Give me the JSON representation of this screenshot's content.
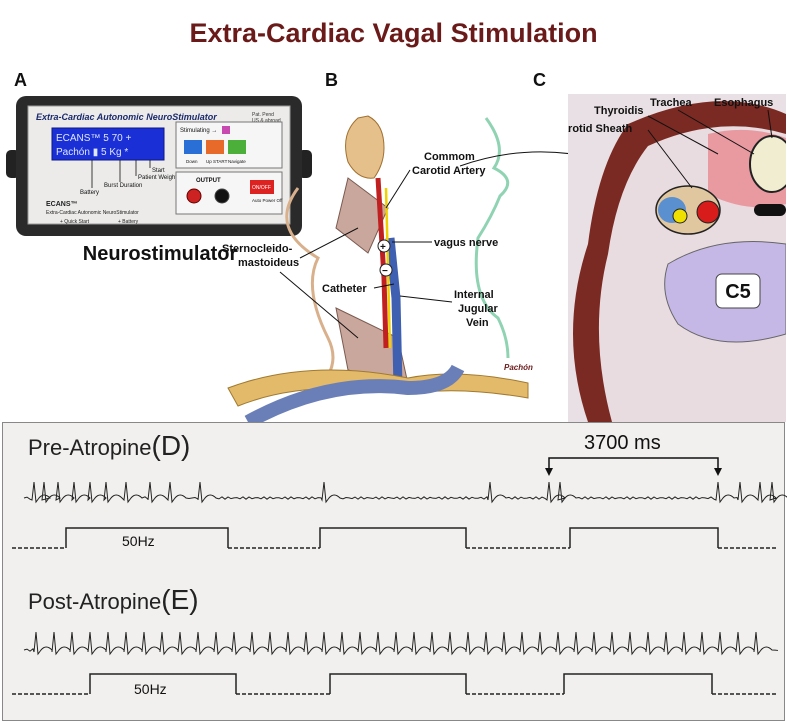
{
  "title": "Extra-Cardiac Vagal Stimulation",
  "panels": {
    "a": {
      "letter": "A",
      "device": {
        "top_label": "Extra-Cardiac Autonomic NeuroStimulator",
        "patent_line1": "Pat. Pend",
        "patent_line2": "US & abroad",
        "lcd_line1": "ECANS™  5  70 +",
        "lcd_line2": "Pachón ▮ 5  Kg *",
        "arrow_labels": [
          "Start",
          "Patient Weight",
          "Burst Duration",
          "Battery"
        ],
        "stimulating_label": "Stimulating →",
        "buttons": [
          "Down",
          "Up START",
          "Navigate"
        ],
        "output_label": "OUTPUT",
        "onoff_label": "ON/OFF",
        "auto_power_label": "Auto Power Off",
        "brand": "ECANS™",
        "brand_sub": "Extra-Cardiac Autonomic NeuroStimulator",
        "footer_left": "+ Quick Start",
        "footer_right": "+ Battery"
      },
      "caption": "Neurostimulator"
    },
    "b": {
      "letter": "B",
      "labels": {
        "carotid_1": "Commom",
        "carotid_2": "Carotid Artery",
        "scm_1": "Sternocleido-",
        "scm_2": "mastoideus",
        "vagus": "vagus nerve",
        "catheter": "Catheter",
        "ijv_1": "Internal",
        "ijv_2": "Jugular",
        "ijv_3": "Vein",
        "plus": "+",
        "minus": "−",
        "signature": "Pachón"
      }
    },
    "c": {
      "letter": "C",
      "labels": {
        "trachea": "Trachea",
        "esophagus": "Esophagus",
        "thyroidis": "Thyroidis",
        "carotid_sheath": "Carotid Sheath",
        "vertebra": "C5"
      }
    },
    "d": {
      "title": "Pre-Atropine",
      "letter": "(D)",
      "interval": "3700 ms",
      "stim_label": "50Hz"
    },
    "e": {
      "title": "Post-Atropine",
      "letter": "(E)",
      "stim_label": "50Hz"
    }
  },
  "colors": {
    "title": "#6b1a1a",
    "device_blue_lcd": "#1a2fd6",
    "muscle": "#caa79c",
    "vertebra_purple": "#c6b8e6",
    "dark_muscle": "#7a2a22",
    "thyroid_red": "#e89aa0"
  }
}
